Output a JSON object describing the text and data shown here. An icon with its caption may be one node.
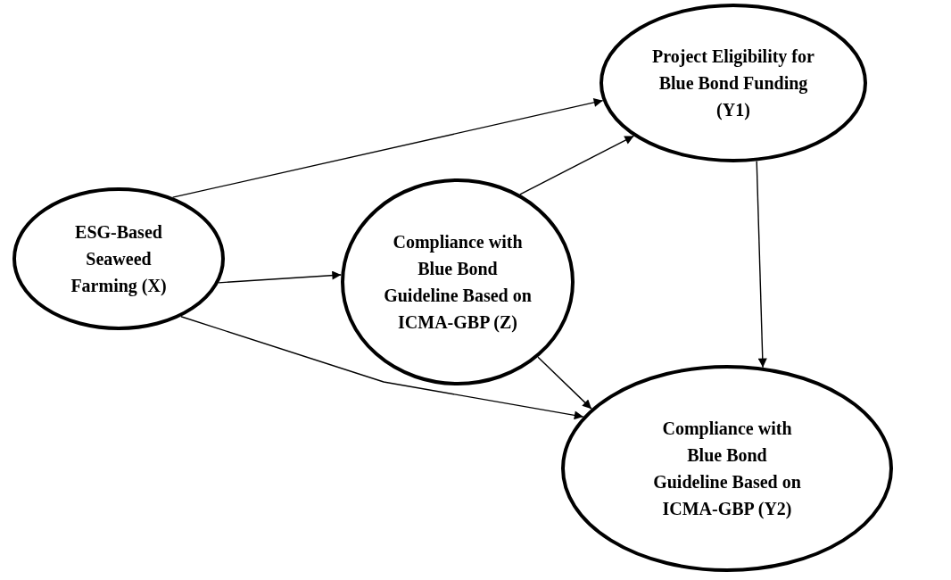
{
  "diagram": {
    "nodes": [
      {
        "text": [
          "ESG-Based Seaweed Farming (X)"
        ]
      },
      {
        "text": [
          "Compliance with Blue Bond Guideline Based on ICMA-GBP (Z)"
        ]
      },
      {
        "text": [
          "Project Eligibility for Blue Bond Funding (Y1)"
        ]
      },
      {
        "text": [
          "Compliance with Blue Bond Guideline Based on ICMA-GBP (Y2)"
        ]
      }
    ],
    "edges": [
      {
        "from": 0,
        "to": 2,
        "arrow": "to"
      },
      {
        "from": 0,
        "to": 1,
        "arrow": "to"
      },
      {
        "from": 1,
        "to": 2,
        "arrow": "to"
      },
      {
        "from": 2,
        "to": 3,
        "arrow": "to"
      },
      {
        "from": 0,
        "to": 3,
        "arrow": "to"
      },
      {
        "from": 1,
        "to": 3,
        "arrow": "to"
      }
    ]
  }
}
